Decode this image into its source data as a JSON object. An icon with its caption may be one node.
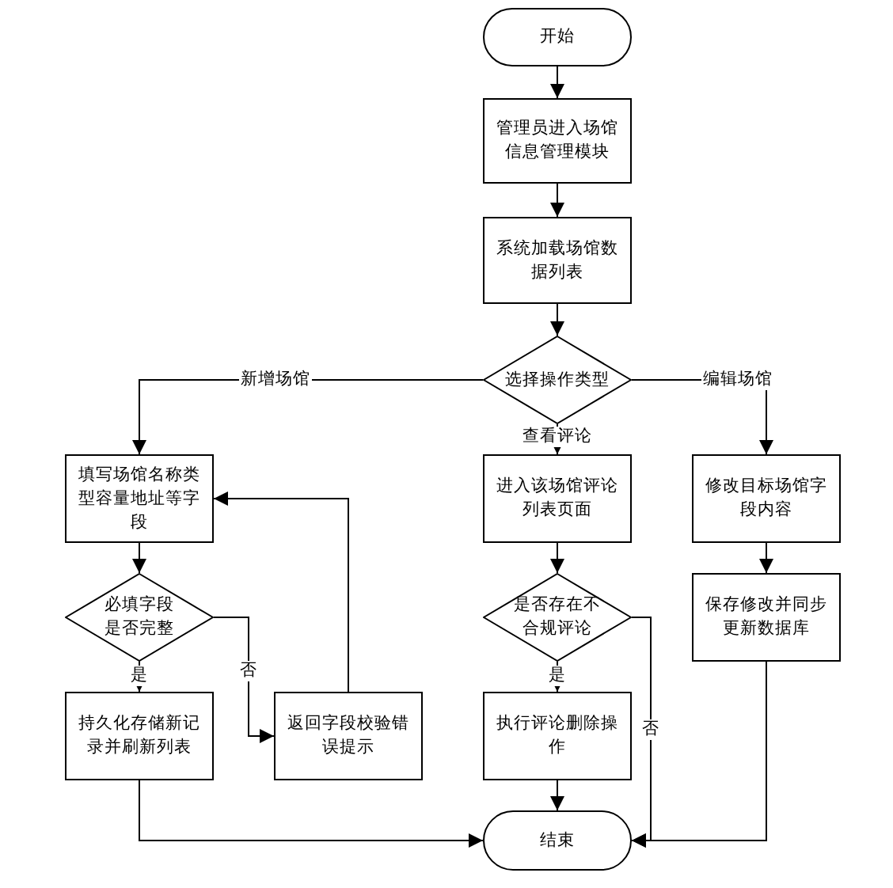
{
  "diagram": {
    "nodes": [
      {
        "text": [
          "开始"
        ]
      },
      {
        "text": [
          "管理员进入场馆信息管理模块"
        ]
      },
      {
        "text": [
          "系统加载场馆数据列表"
        ]
      },
      {
        "text": [
          "选择操作类型"
        ]
      },
      {
        "text": [
          "填写场馆名称类型容量地址等字段"
        ]
      },
      {
        "text": [
          "进入该场馆评论列表页面"
        ]
      },
      {
        "text": [
          "修改目标场馆字段内容"
        ]
      },
      {
        "text": [
          "必填字段是否完整"
        ]
      },
      {
        "text": [
          "是否存在不合规评论"
        ]
      },
      {
        "text": [
          "保存修改并同步更新数据库"
        ]
      },
      {
        "text": [
          "持久化存储新记录并刷新列表"
        ]
      },
      {
        "text": [
          "返回字段校验错误提示"
        ]
      },
      {
        "text": [
          "执行评论删除操作"
        ]
      },
      {
        "text": [
          "结束"
        ]
      }
    ],
    "edges": [
      {
        "from": 0,
        "to": 1,
        "arrow": "to"
      },
      {
        "from": 1,
        "to": 2,
        "arrow": "to"
      },
      {
        "from": 2,
        "to": 3,
        "arrow": "to"
      },
      {
        "from": 3,
        "to": 4,
        "arrow": "to",
        "label": "新增场馆"
      },
      {
        "from": 3,
        "to": 5,
        "arrow": "to",
        "label": "查看评论"
      },
      {
        "from": 3,
        "to": 6,
        "arrow": "to",
        "label": "编辑场馆"
      },
      {
        "from": 4,
        "to": 7,
        "arrow": "to"
      },
      {
        "from": 7,
        "to": 10,
        "arrow": "to",
        "label": "是"
      },
      {
        "from": 7,
        "to": 11,
        "arrow": "to",
        "label": "否"
      },
      {
        "from": 11,
        "to": 4,
        "arrow": "to"
      },
      {
        "from": 5,
        "to": 8,
        "arrow": "to"
      },
      {
        "from": 8,
        "to": 12,
        "arrow": "to",
        "label": "是"
      },
      {
        "from": 8,
        "to": 13,
        "arrow": "to",
        "label": "否"
      },
      {
        "from": 6,
        "to": 9,
        "arrow": "to"
      },
      {
        "from": 9,
        "to": 13,
        "arrow": "to"
      },
      {
        "from": 10,
        "to": 13,
        "arrow": "to"
      },
      {
        "from": 12,
        "to": 13,
        "arrow": "to"
      }
    ]
  }
}
